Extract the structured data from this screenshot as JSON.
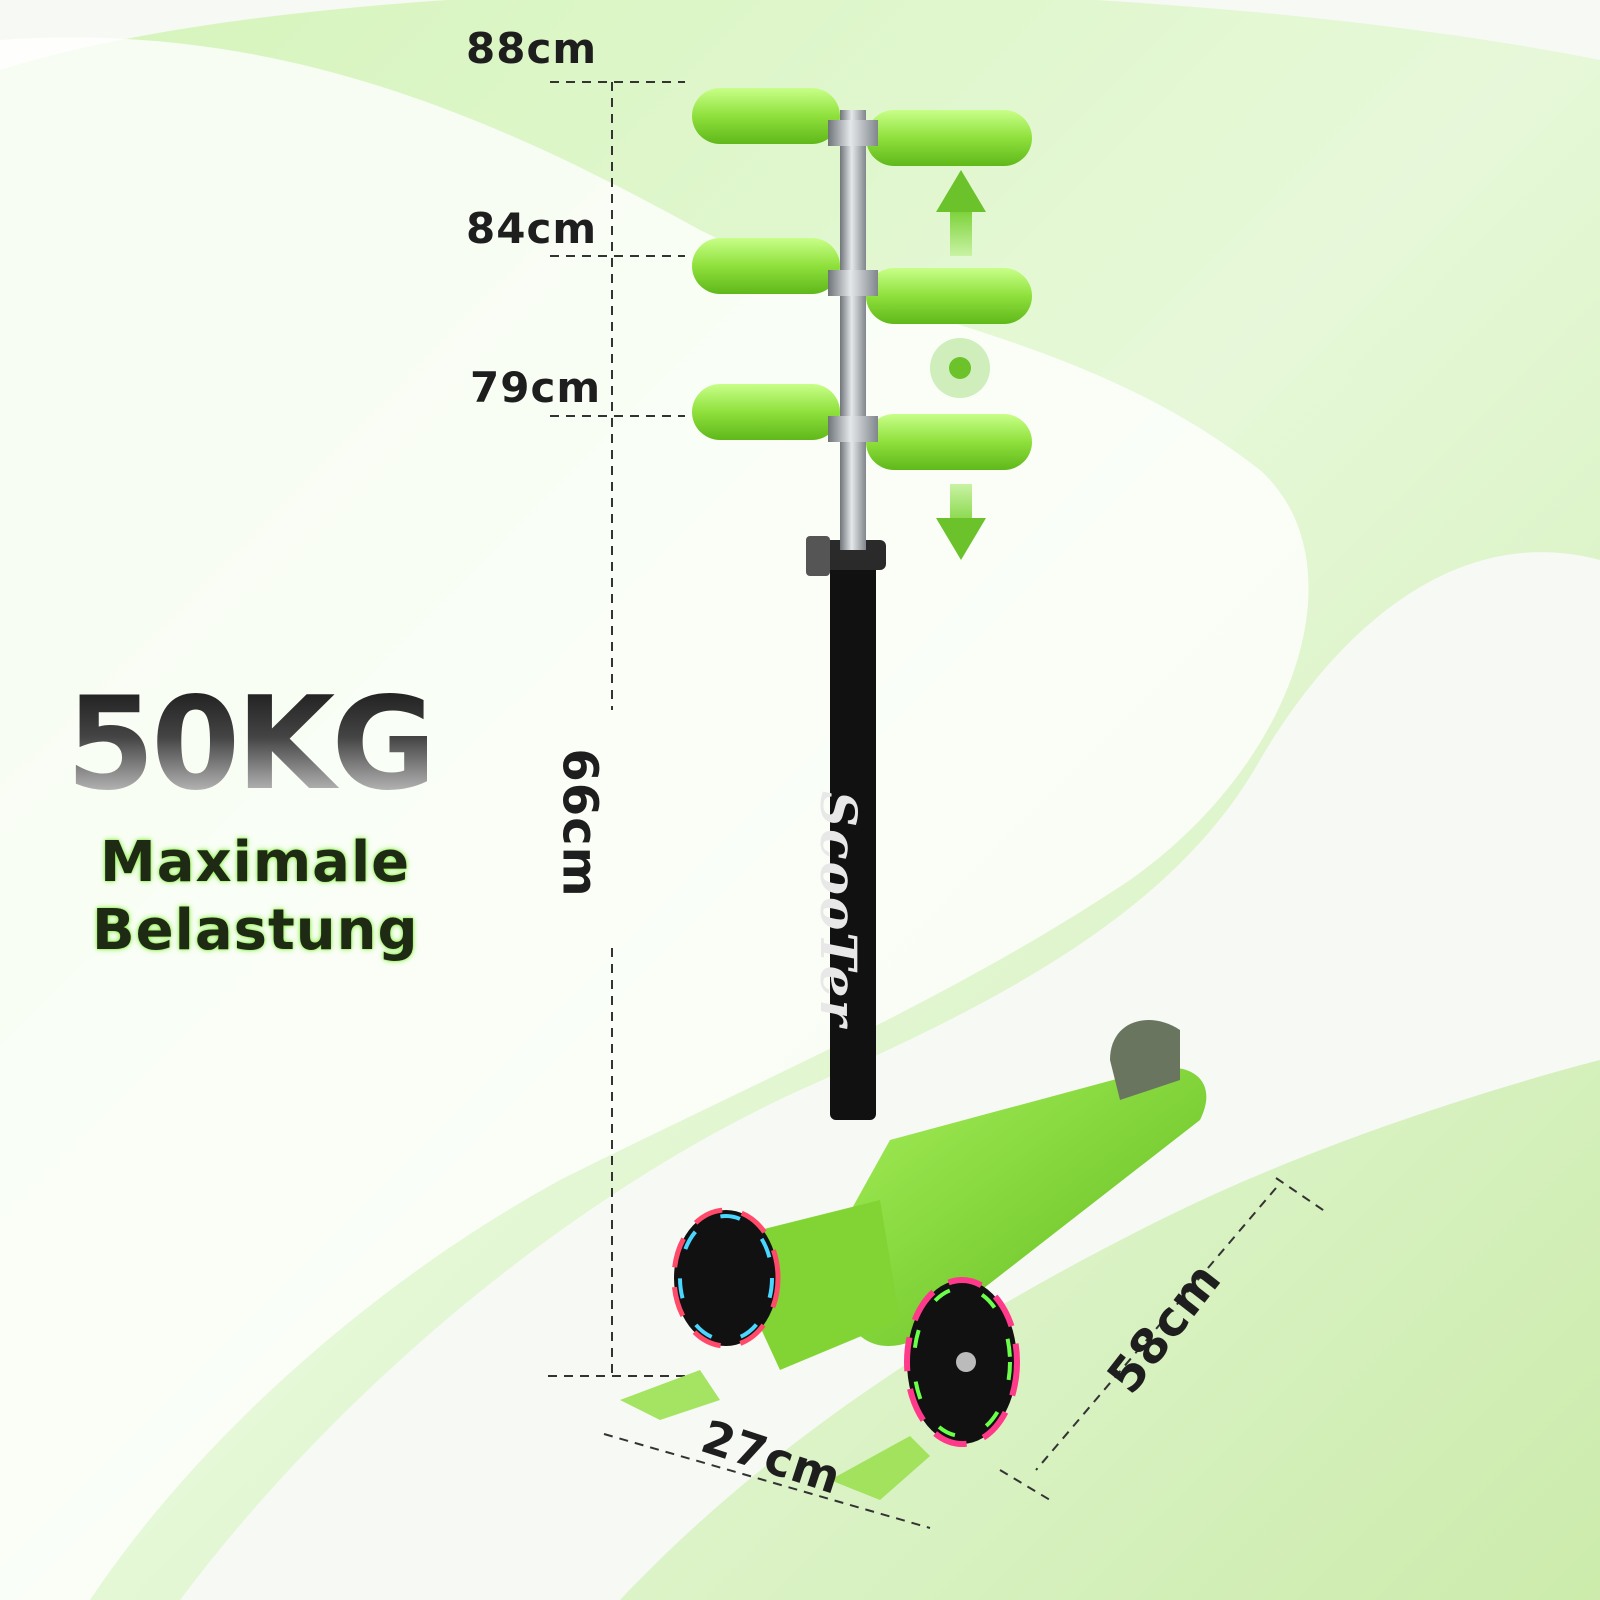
{
  "heights": {
    "max": "88cm",
    "mid": "84cm",
    "min": "79cm"
  },
  "dimensions": {
    "stem_height": "66cm",
    "deck_length": "58cm",
    "wheel_width": "27cm"
  },
  "load": {
    "value": "50KG",
    "caption_line1": "Maximale",
    "caption_line2": "Belastung"
  },
  "brand": {
    "stem_text": "ScooTer"
  },
  "colors": {
    "accent_green": "#8fe040",
    "grip_green": "#9be84a",
    "deck_green": "#7fd62e",
    "stem_black": "#111111",
    "chrome": "#b9bdc2"
  },
  "icons": {
    "adjust_up": "arrow-up-icon",
    "adjust_center": "dot-icon",
    "adjust_down": "arrow-down-icon"
  }
}
